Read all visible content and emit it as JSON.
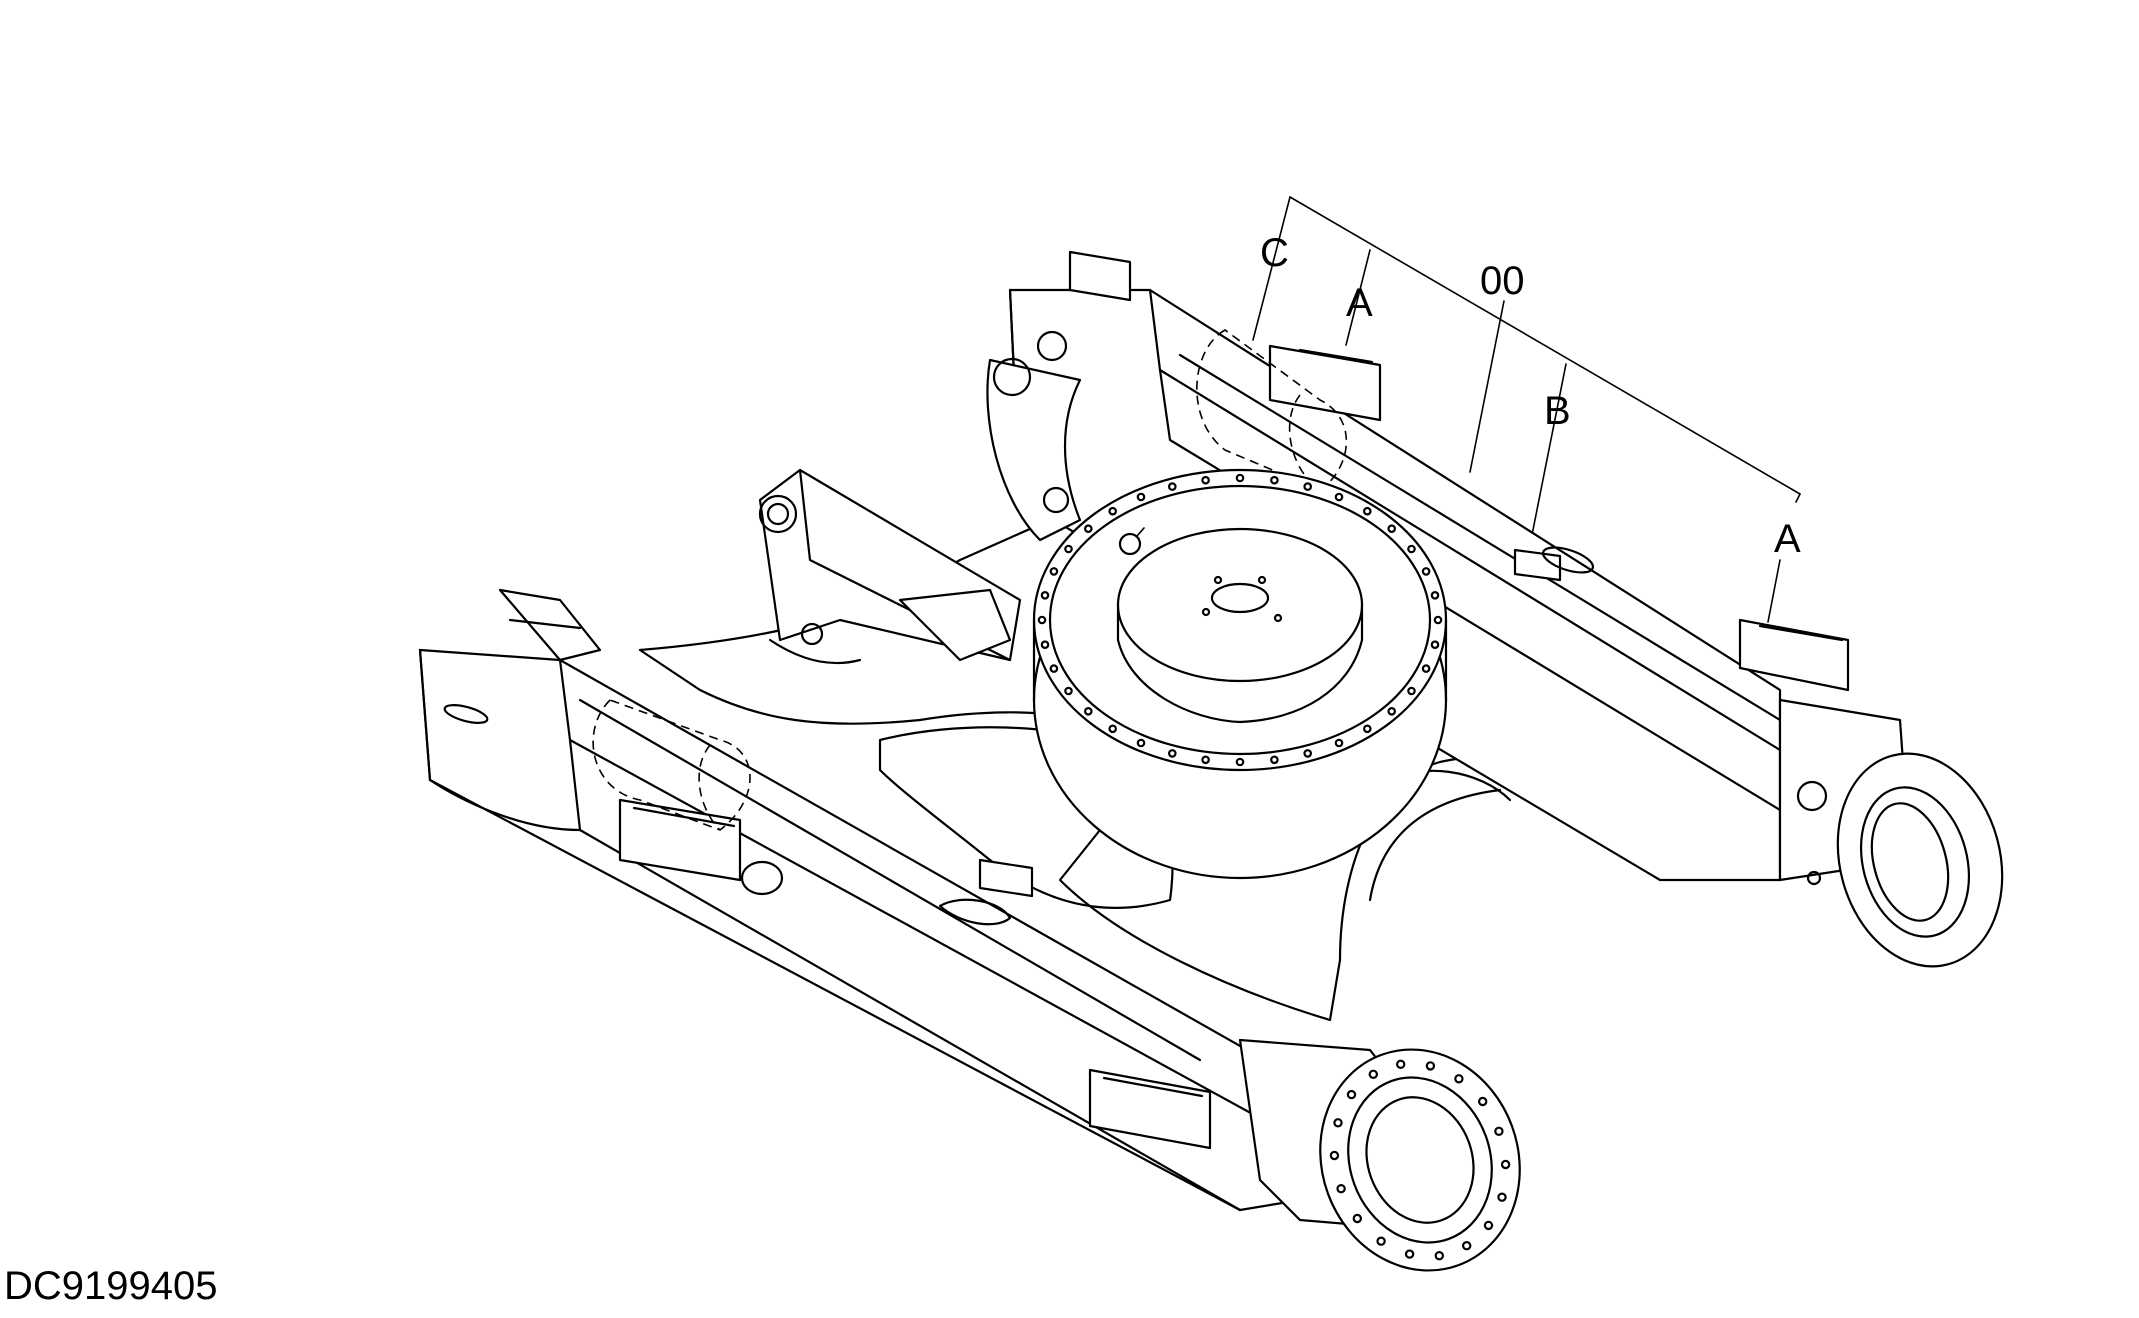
{
  "callouts": {
    "group": "00",
    "c": "C",
    "a_top": "A",
    "b": "B",
    "a_right": "A"
  },
  "drawing_id": "DC9199405"
}
